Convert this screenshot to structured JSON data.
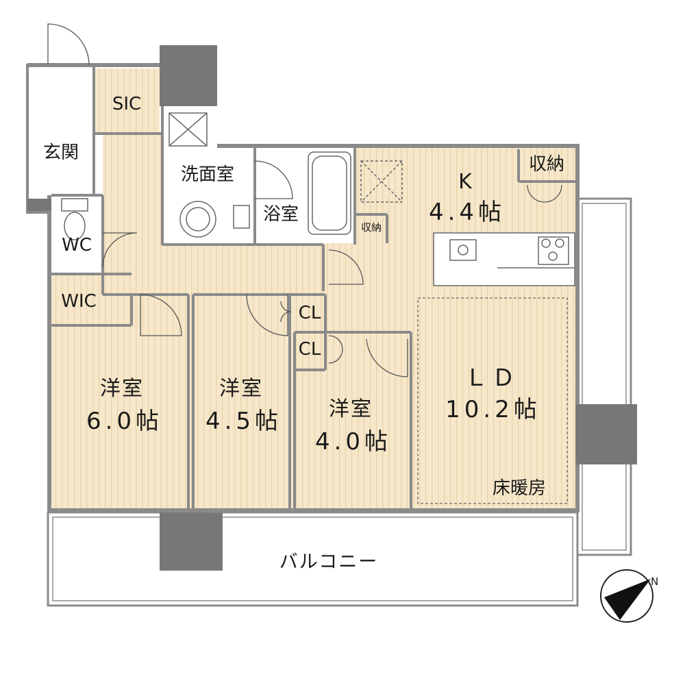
{
  "rooms": {
    "sic": {
      "label": "SIC"
    },
    "genkan": {
      "label": "玄関"
    },
    "senmen": {
      "label": "洗面室"
    },
    "yokushitsu": {
      "label": "浴室"
    },
    "wc": {
      "label": "WC"
    },
    "wic": {
      "label": "WIC"
    },
    "kitchen": {
      "label": "K",
      "size": "4.4帖"
    },
    "shuno_k": {
      "label": "収納"
    },
    "shuno_small": {
      "label": "収納"
    },
    "cl1": {
      "label": "CL"
    },
    "cl2": {
      "label": "CL"
    },
    "yoshitsu1": {
      "label": "洋室",
      "size": "6.0帖"
    },
    "yoshitsu2": {
      "label": "洋室",
      "size": "4.5帖"
    },
    "yoshitsu3": {
      "label": "洋室",
      "size": "4.0帖"
    },
    "ld": {
      "label": "ＬＤ",
      "size": "10.2帖",
      "note": "床暖房"
    },
    "balcony": {
      "label": "バルコニー"
    }
  },
  "compass": {
    "label": "N"
  },
  "colors": {
    "floor": "#f5e6c8",
    "floor_line": "#ead5ad",
    "wall": "#8a8a8a",
    "pillar": "#777777",
    "line": "#555555"
  }
}
